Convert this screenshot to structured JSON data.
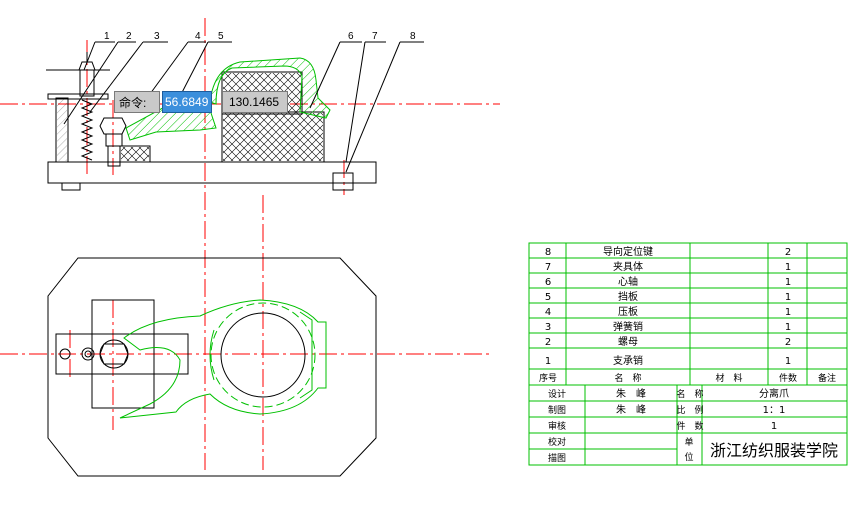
{
  "callouts": [
    "1",
    "2",
    "3",
    "4",
    "5",
    "6",
    "7",
    "8"
  ],
  "dynamic_input": {
    "label": "命令:",
    "x_value": "56.6849",
    "y_value": "130.1465"
  },
  "bom": {
    "rows": [
      {
        "no": "8",
        "name": "导向定位键",
        "qty": "2"
      },
      {
        "no": "7",
        "name": "夹具体",
        "qty": "1"
      },
      {
        "no": "6",
        "name": "心轴",
        "qty": "1"
      },
      {
        "no": "5",
        "name": "挡板",
        "qty": "1"
      },
      {
        "no": "4",
        "name": "压板",
        "qty": "1"
      },
      {
        "no": "3",
        "name": "弹簧销",
        "qty": "1"
      },
      {
        "no": "2",
        "name": "螺母",
        "qty": "2"
      },
      {
        "no": "1",
        "name": "支承销",
        "qty": "1"
      }
    ],
    "header": {
      "no": "序号",
      "name": "名　称",
      "material": "材　料",
      "qty": "件数",
      "remark": "备注"
    }
  },
  "title_block": {
    "design_label": "设计",
    "design_value": "朱　峰",
    "draw_label": "制图",
    "draw_value": "朱　峰",
    "review_label": "审核",
    "proof_label": "校对",
    "trace_label": "描图",
    "name_label": "名　称",
    "name_value": "分离爪",
    "scale_label": "比　例",
    "scale_value": "1：1",
    "count_label": "件　数",
    "count_value": "1",
    "unit_label_1": "单",
    "unit_label_2": "位",
    "school": "浙江纺织服装学院"
  },
  "colors": {
    "outline": "#000000",
    "center": "#ff0000",
    "part": "#00c000",
    "highlight": "#3b8fdc"
  }
}
